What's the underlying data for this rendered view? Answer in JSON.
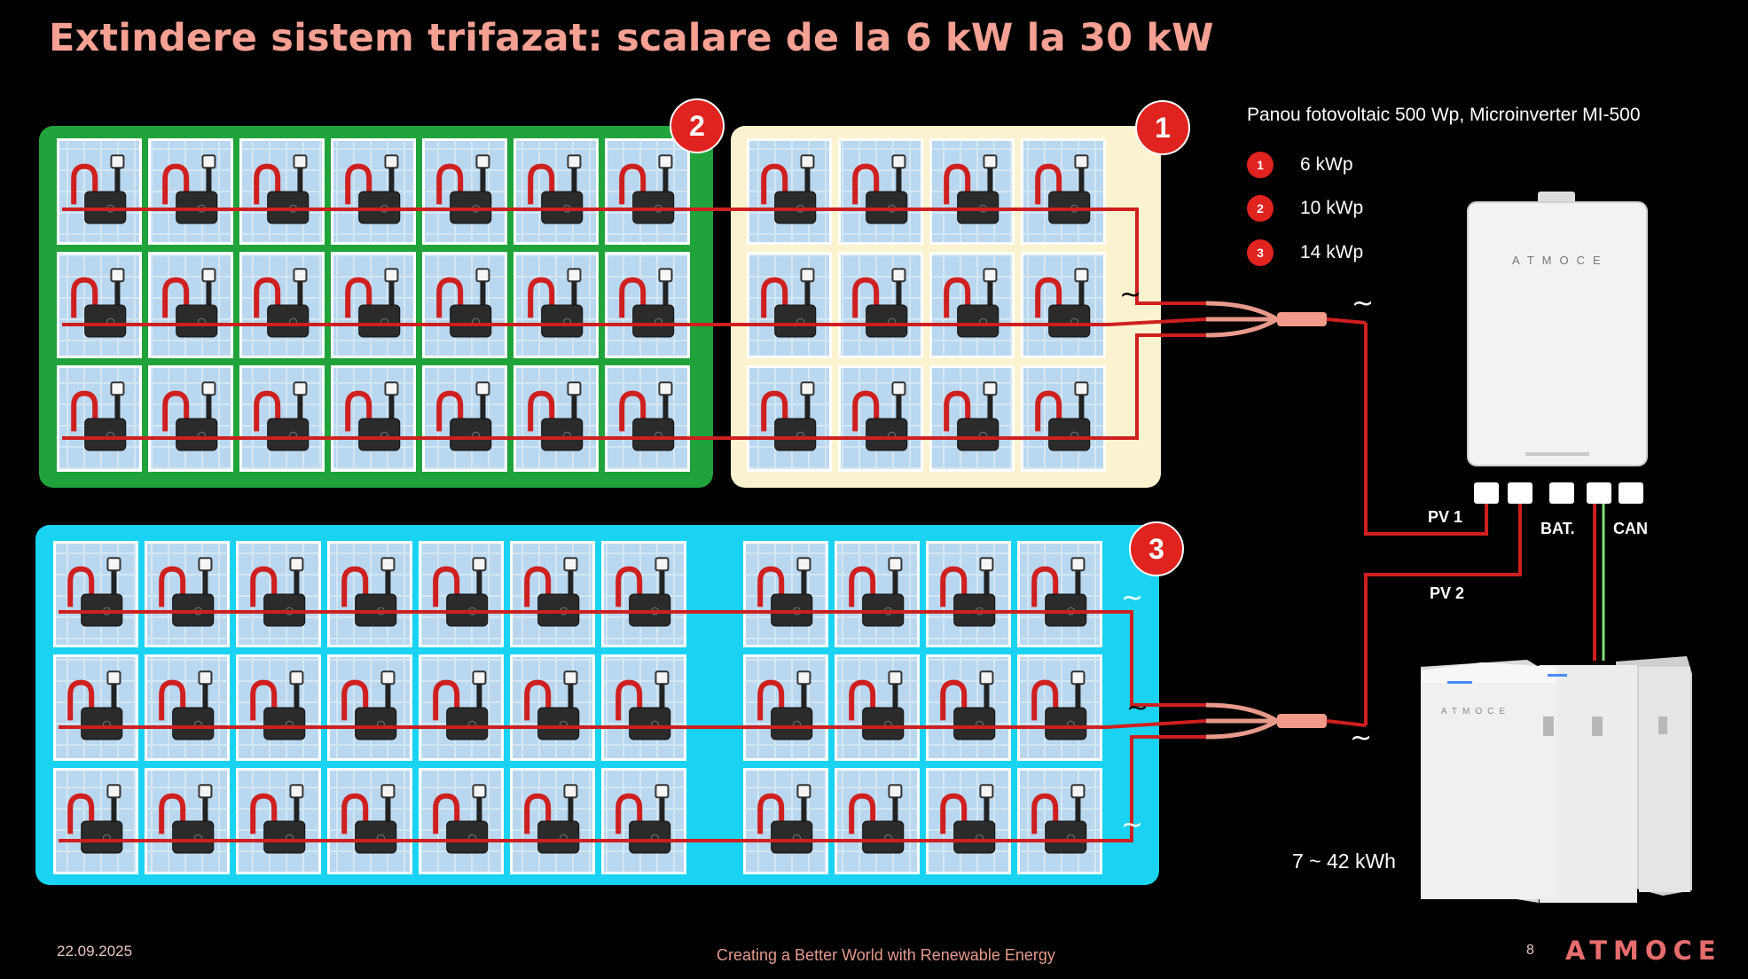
{
  "title": "Extindere sistem trifazat: scalare de la 6 kW la 30 kW",
  "legend": {
    "title": "Panou fotovoltaic 500 Wp, Microinverter MI-500",
    "items": [
      {
        "num": "1",
        "label": "6 kWp"
      },
      {
        "num": "2",
        "label": "10 kWp"
      },
      {
        "num": "3",
        "label": "14 kWp"
      }
    ]
  },
  "groups": [
    {
      "badge": "2",
      "color": "#1fa33a"
    },
    {
      "badge": "1",
      "color": "#fbf3cf"
    },
    {
      "badge": "3",
      "color": "#1ad3f2"
    }
  ],
  "ports": {
    "pv1": "PV 1",
    "pv2": "PV 2",
    "bat": "BAT.",
    "can": "CAN"
  },
  "ac_symbol": "~",
  "inverter_brand": "ATMOCE",
  "battery": {
    "capacity": "7 ~ 42 kWh",
    "brand": "ATMOCE"
  },
  "footer": {
    "date": "22.09.2025",
    "tagline": "Creating a Better World with Renewable Energy",
    "page": "8",
    "logo": "ATMOCE"
  },
  "colors": {
    "cable": "#cf1f1f",
    "can_wire": "#7ee07e",
    "badge": "#e0231e",
    "title": "#f4a093"
  }
}
